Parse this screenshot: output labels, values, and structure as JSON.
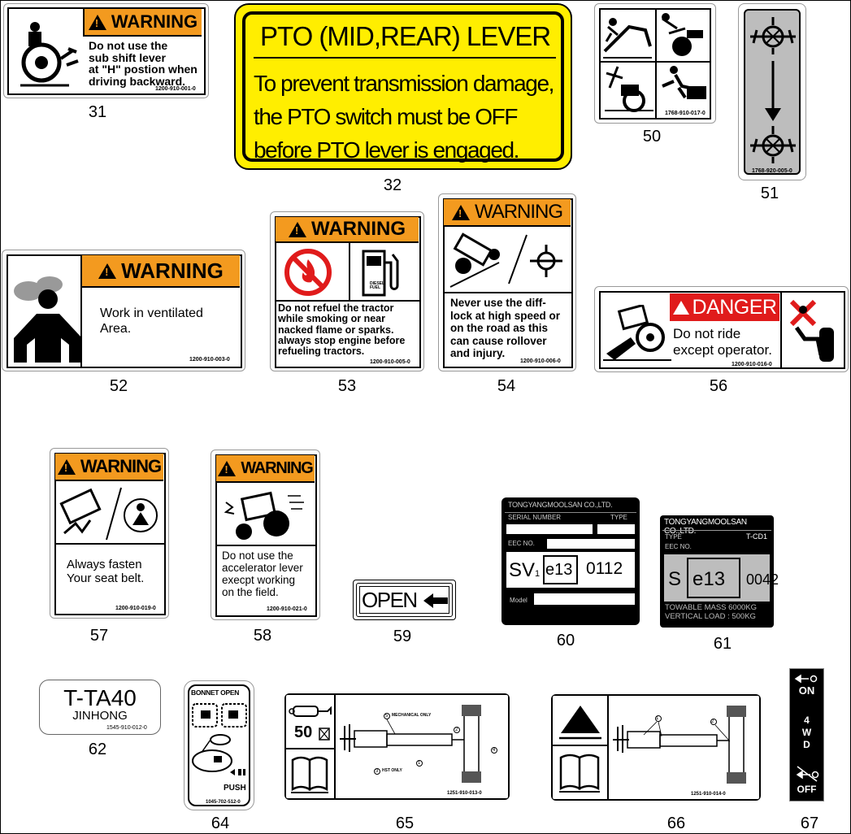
{
  "decals": {
    "d31": {
      "num": "31",
      "header": "WARNING",
      "text": [
        "Do not use the",
        "sub shift lever",
        "at \"H\" postion when",
        "driving backward."
      ],
      "part": "1200-910-001-0"
    },
    "d32": {
      "num": "32",
      "title": "PTO (MID,REAR) LEVER",
      "text": [
        "To prevent transmission damage,",
        "the PTO switch must be OFF",
        "before PTO lever is engaged."
      ]
    },
    "d50": {
      "num": "50",
      "part": "1768-910-017-0"
    },
    "d51": {
      "num": "51",
      "part": "1768-920-005-0"
    },
    "d52": {
      "num": "52",
      "header": "WARNING",
      "text": [
        "Work in ventilated",
        "Area."
      ],
      "part": "1200-910-003-0"
    },
    "d53": {
      "num": "53",
      "header": "WARNING",
      "fuel": "DIESEL FUEL",
      "text": [
        "Do not refuel the tractor",
        "while smoking or near",
        "nacked flame  or sparks.",
        "always stop engine before",
        "refueling tractors."
      ],
      "part": "1200-910-005-0"
    },
    "d54": {
      "num": "54",
      "header": "WARNING",
      "text": [
        "Never use the diff-",
        "lock at high speed or",
        "on the road as this",
        "can cause rollover",
        "and injury."
      ],
      "part": "1200-910-006-0"
    },
    "d56": {
      "num": "56",
      "header": "DANGER",
      "text": [
        "Do not ride",
        "except operator."
      ],
      "part": "1200-910-016-0"
    },
    "d57": {
      "num": "57",
      "header": "WARNING",
      "text": [
        "Always fasten",
        "Your  seat belt."
      ],
      "part": "1200-910-019-0"
    },
    "d58": {
      "num": "58",
      "header": "WARNING",
      "text": [
        "Do not use the",
        "accelerator lever",
        "execpt working",
        "on the field."
      ],
      "part": "1200-910-021-0"
    },
    "d59": {
      "num": "59",
      "text": "OPEN"
    },
    "d60": {
      "num": "60",
      "company": "TONGYANGMOOLSAN CO.,LTD.",
      "serial": "SERIAL NUMBER",
      "type": "TYPE",
      "eec": "EEC NO.",
      "sv": "SV",
      "sv_sub": "1",
      "e13": "e13",
      "code": "0112",
      "model": "Model"
    },
    "d61": {
      "num": "61",
      "company": "TONGYANGMOOLSAN CO.,LTD.",
      "type": "TYPE",
      "type_val": "T-CD1",
      "eec": "EEC NO.",
      "s": "S",
      "e13": "e13",
      "code": "0042",
      "towable": "TOWABLE MASS  6000KG",
      "vertical": "VERTICAL LOAD :  500KG"
    },
    "d62": {
      "num": "62",
      "model": "T-TA40",
      "brand": "JINHONG",
      "part": "1545-910-012-0"
    },
    "d64": {
      "num": "64",
      "top": "BONNET OPEN",
      "bottom": "PUSH",
      "part": "1045-702-512-0"
    },
    "d65": {
      "num": "65",
      "qty": "50",
      "mech": "MECHANICAL ONLY",
      "hst": "HST ONLY",
      "callouts": [
        "1",
        "2",
        "3",
        "4",
        "5"
      ],
      "part": "1251-910-013-0"
    },
    "d66": {
      "num": "66",
      "callouts": [
        "1",
        "2"
      ],
      "part": "1251-910-014-0"
    },
    "d67": {
      "num": "67",
      "on": "ON",
      "fwd": [
        "4",
        "W",
        "D"
      ],
      "off": "OFF"
    }
  },
  "colors": {
    "warning_orange": "#f39a1f",
    "danger_red": "#e01b1b",
    "pto_yellow": "#ffee00",
    "plate_black": "#000000",
    "plate_gray": "#bdbdbd"
  }
}
